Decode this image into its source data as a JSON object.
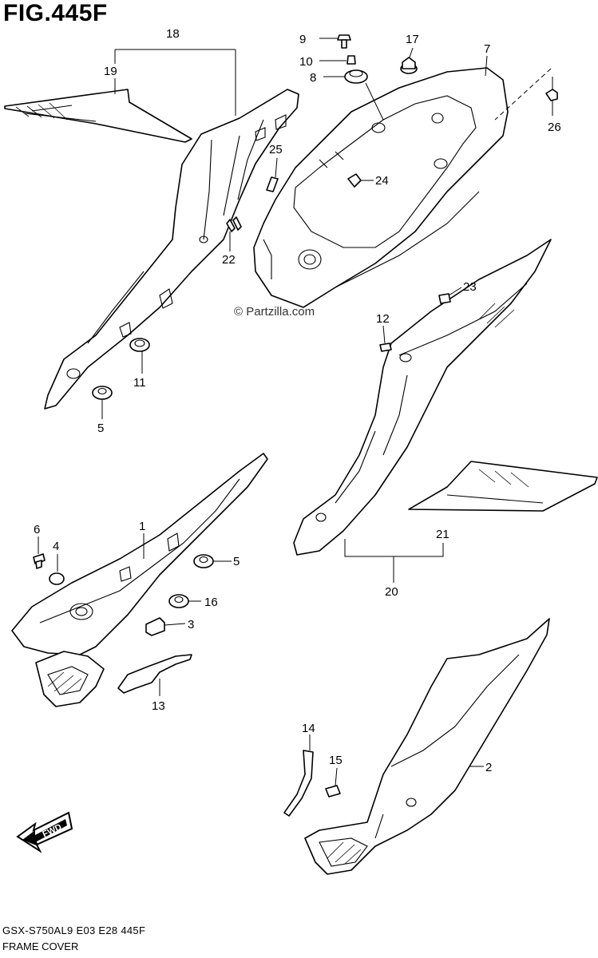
{
  "figure": {
    "title": "FIG.445F",
    "model_code": "GSX-S750AL9  E03  E28  445F",
    "name": "FRAME COVER",
    "watermark": "© Partzilla.com",
    "fwd_badge": "FWD"
  },
  "callouts": {
    "c1": "1",
    "c2": "2",
    "c3": "3",
    "c4": "4",
    "c5a": "5",
    "c5b": "5",
    "c6": "6",
    "c7": "7",
    "c8": "8",
    "c9": "9",
    "c10": "10",
    "c11": "11",
    "c12": "12",
    "c13": "13",
    "c14": "14",
    "c15": "15",
    "c16": "16",
    "c17": "17",
    "c18": "18",
    "c19": "19",
    "c20": "20",
    "c21": "21",
    "c22": "22",
    "c23": "23",
    "c24": "24",
    "c25": "25",
    "c26": "26"
  }
}
